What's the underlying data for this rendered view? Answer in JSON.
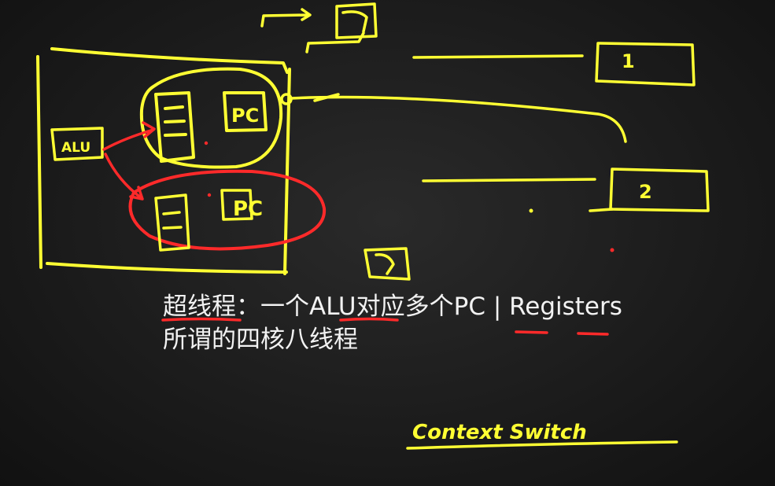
{
  "captions": {
    "line1": "超线程：一个ALU对应多个PC | Registers",
    "line2": "所谓的四核八线程"
  },
  "handwriting": {
    "alu_label": "ALU",
    "pc_label_1": "PC",
    "pc_label_2": "PC",
    "box_1": "1",
    "box_2": "2",
    "footer_note": "Context Switch"
  },
  "colors": {
    "board": "#1c1c1c",
    "chalk_yellow": "#ffff33",
    "chalk_red": "#ff2a2a",
    "caption_text": "#f2f2f2"
  }
}
